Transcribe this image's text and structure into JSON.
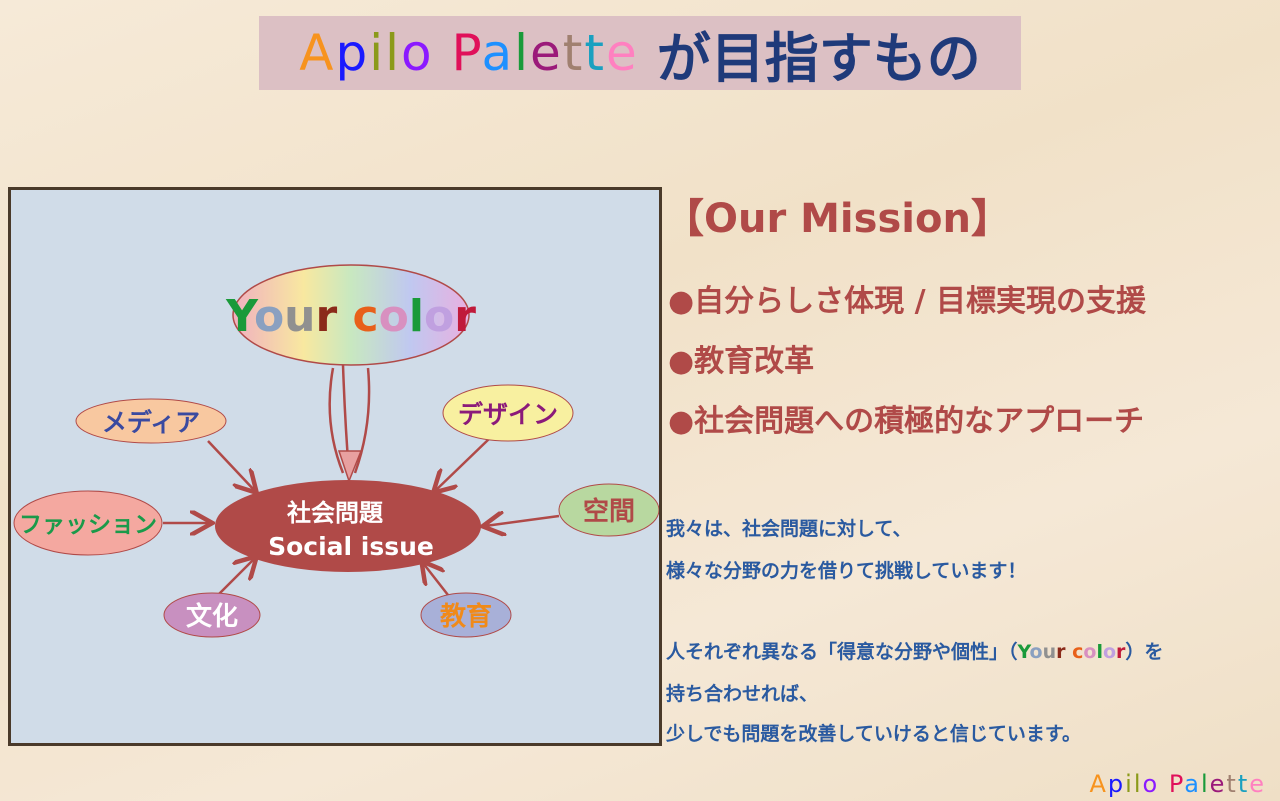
{
  "title": {
    "brand_letters": [
      [
        "A",
        "#f7931e"
      ],
      [
        "p",
        "#1a1aff"
      ],
      [
        "i",
        "#8b9a1a"
      ],
      [
        "l",
        "#8b9a1a"
      ],
      [
        "o",
        "#8b1aff"
      ],
      [
        " ",
        "#000"
      ],
      [
        "P",
        "#e0105a"
      ],
      [
        "a",
        "#1e90ff"
      ],
      [
        "l",
        "#1a9a3a"
      ],
      [
        "e",
        "#9b1a7a"
      ],
      [
        "t",
        "#a08070"
      ],
      [
        "t",
        "#1aa0c0"
      ],
      [
        "e",
        "#ff80c0"
      ]
    ],
    "suffix": "が目指すもの"
  },
  "diagram": {
    "your_color": {
      "letters": [
        [
          "Y",
          "#1a9a3a"
        ],
        [
          "o",
          "#8aa0c0"
        ],
        [
          "u",
          "#909090"
        ],
        [
          "r",
          "#8b2a1a"
        ],
        [
          " ",
          "#000"
        ],
        [
          "c",
          "#e8601a"
        ],
        [
          "o",
          "#d890c0"
        ],
        [
          "l",
          "#1a9a3a"
        ],
        [
          "o",
          "#c0a0e0"
        ],
        [
          "r",
          "#c01a3a"
        ]
      ]
    },
    "center": {
      "line1": "社会問題",
      "line2": "Social issue"
    },
    "nodes": {
      "media": "メディア",
      "design": "デザイン",
      "fashion": "ファッション",
      "space": "空間",
      "culture": "文化",
      "education": "教育"
    }
  },
  "mission": {
    "heading": "【Our Mission】",
    "bullets": [
      "●自分らしさ体現 / 目標実現の支援",
      "●教育改革",
      "●社会問題への積極的なアプローチ"
    ]
  },
  "body": {
    "line1": "我々は、社会問題に対して、",
    "line2": "様々な分野の力を借りて挑戦しています！",
    "line3_pre": "人それぞれ異なる「得意な分野や個性」（",
    "line3_post": "）を",
    "line4": "持ち合わせれば、",
    "line5": "少しでも問題を改善していけると信じています。"
  },
  "footer": {
    "brand": "Apilo Palette"
  }
}
